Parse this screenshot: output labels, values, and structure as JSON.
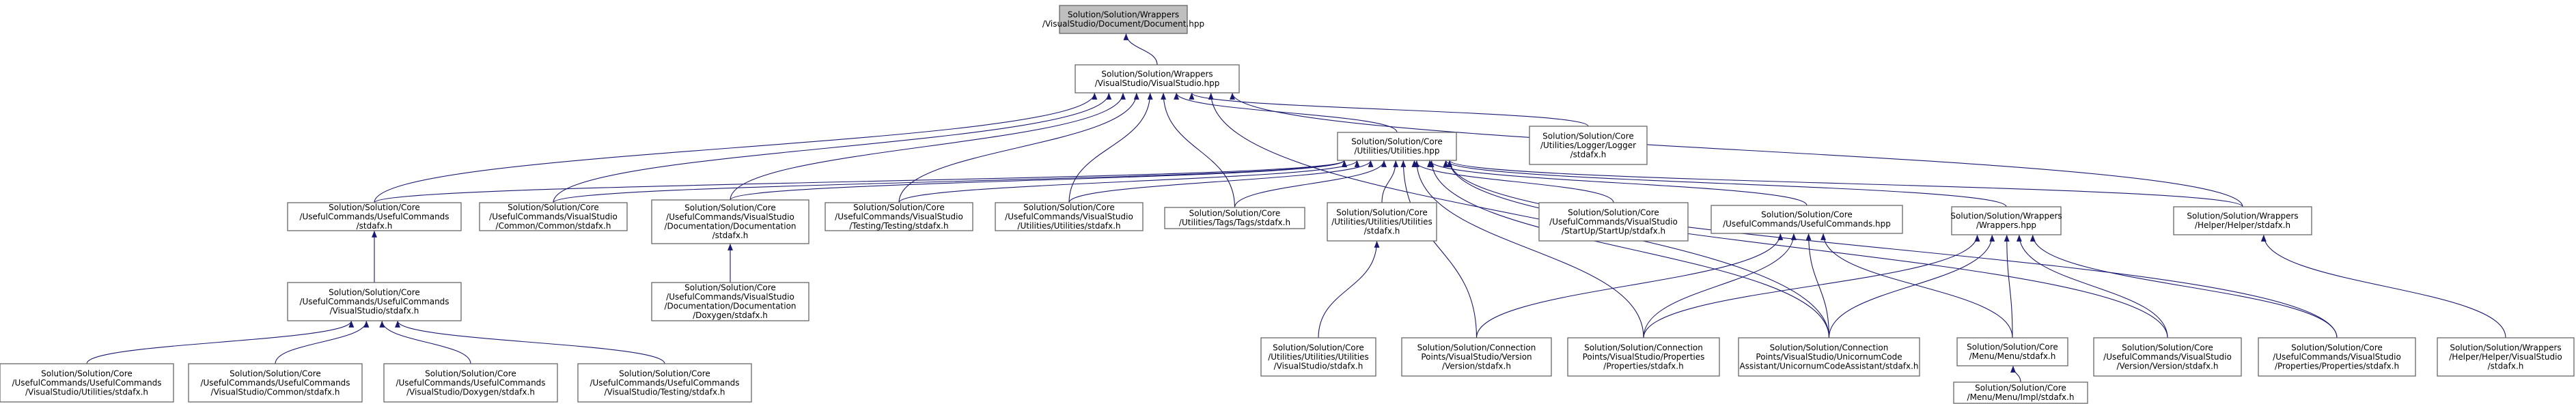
{
  "graph": {
    "nodes": [
      {
        "id": "n0",
        "root": true,
        "lines": [
          "Solution/Solution/Wrappers",
          "/VisualStudio/Document/Document.hpp"
        ]
      },
      {
        "id": "n1",
        "lines": [
          "Solution/Solution/Wrappers",
          "/VisualStudio/VisualStudio.hpp"
        ]
      },
      {
        "id": "n2",
        "lines": [
          "Solution/Solution/Core",
          "/Utilities/Utilities.hpp"
        ]
      },
      {
        "id": "n3",
        "lines": [
          "Solution/Solution/Core",
          "/Utilities/Logger/Logger",
          "/stdafx.h"
        ]
      },
      {
        "id": "n4",
        "lines": [
          "Solution/Solution/Core",
          "/UsefulCommands/UsefulCommands",
          "/stdafx.h"
        ]
      },
      {
        "id": "n5",
        "lines": [
          "Solution/Solution/Core",
          "/UsefulCommands/VisualStudio",
          "/Common/Common/stdafx.h"
        ]
      },
      {
        "id": "n6",
        "lines": [
          "Solution/Solution/Core",
          "/UsefulCommands/VisualStudio",
          "/Documentation/Documentation",
          "/stdafx.h"
        ]
      },
      {
        "id": "n7",
        "lines": [
          "Solution/Solution/Core",
          "/UsefulCommands/VisualStudio",
          "/Testing/Testing/stdafx.h"
        ]
      },
      {
        "id": "n8",
        "lines": [
          "Solution/Solution/Core",
          "/UsefulCommands/VisualStudio",
          "/Utilities/Utilities/stdafx.h"
        ]
      },
      {
        "id": "n9",
        "lines": [
          "Solution/Solution/Core",
          "/Utilities/Tags/Tags/stdafx.h"
        ]
      },
      {
        "id": "n10",
        "lines": [
          "Solution/Solution/Core",
          "/Utilities/Utilities/Utilities",
          "/stdafx.h"
        ]
      },
      {
        "id": "n11",
        "lines": [
          "Solution/Solution/Core",
          "/UsefulCommands/VisualStudio",
          "/StartUp/StartUp/stdafx.h"
        ]
      },
      {
        "id": "n12",
        "lines": [
          "Solution/Solution/Core",
          "/UsefulCommands/UsefulCommands.hpp"
        ]
      },
      {
        "id": "n13",
        "lines": [
          "Solution/Solution/Wrappers",
          "/Wrappers.hpp"
        ]
      },
      {
        "id": "n14",
        "lines": [
          "Solution/Solution/Wrappers",
          "/Helper/Helper/stdafx.h"
        ]
      },
      {
        "id": "n15",
        "lines": [
          "Solution/Solution/Core",
          "/UsefulCommands/UsefulCommands",
          "/VisualStudio/stdafx.h"
        ]
      },
      {
        "id": "n16",
        "lines": [
          "Solution/Solution/Core",
          "/UsefulCommands/VisualStudio",
          "/Documentation/Documentation",
          "/Doxygen/stdafx.h"
        ]
      },
      {
        "id": "n17",
        "lines": [
          "Solution/Solution/Core",
          "/Utilities/Utilities/Utilities",
          "/VisualStudio/stdafx.h"
        ]
      },
      {
        "id": "n18",
        "lines": [
          "Solution/Solution/Connection",
          "Points/VisualStudio/Version",
          "/Version/stdafx.h"
        ]
      },
      {
        "id": "n19",
        "lines": [
          "Solution/Solution/Connection",
          "Points/VisualStudio/Properties",
          "/Properties/stdafx.h"
        ]
      },
      {
        "id": "n20",
        "lines": [
          "Solution/Solution/Connection",
          "Points/VisualStudio/UnicornumCode",
          "Assistant/UnicornumCodeAssistant/stdafx.h"
        ]
      },
      {
        "id": "n21",
        "lines": [
          "Solution/Solution/Core",
          "/Menu/Menu/stdafx.h"
        ]
      },
      {
        "id": "n22",
        "lines": [
          "Solution/Solution/Core",
          "/UsefulCommands/VisualStudio",
          "/Version/Version/stdafx.h"
        ]
      },
      {
        "id": "n23",
        "lines": [
          "Solution/Solution/Core",
          "/UsefulCommands/VisualStudio",
          "/Properties/Properties/stdafx.h"
        ]
      },
      {
        "id": "n24",
        "lines": [
          "Solution/Solution/Wrappers",
          "/Helper/Helper/VisualStudio",
          "/stdafx.h"
        ]
      },
      {
        "id": "n25",
        "lines": [
          "Solution/Solution/Core",
          "/UsefulCommands/UsefulCommands",
          "/VisualStudio/Utilities/stdafx.h"
        ]
      },
      {
        "id": "n26",
        "lines": [
          "Solution/Solution/Core",
          "/UsefulCommands/UsefulCommands",
          "/VisualStudio/Common/stdafx.h"
        ]
      },
      {
        "id": "n27",
        "lines": [
          "Solution/Solution/Core",
          "/UsefulCommands/UsefulCommands",
          "/VisualStudio/Doxygen/stdafx.h"
        ]
      },
      {
        "id": "n28",
        "lines": [
          "Solution/Solution/Core",
          "/UsefulCommands/UsefulCommands",
          "/VisualStudio/Testing/stdafx.h"
        ]
      },
      {
        "id": "n29",
        "lines": [
          "Solution/Solution/Core",
          "/Menu/Menu/Impl/stdafx.h"
        ]
      }
    ],
    "edges": [
      [
        "n1",
        "n0"
      ],
      [
        "n2",
        "n1"
      ],
      [
        "n3",
        "n1"
      ],
      [
        "n4",
        "n1"
      ],
      [
        "n5",
        "n1"
      ],
      [
        "n6",
        "n1"
      ],
      [
        "n7",
        "n1"
      ],
      [
        "n8",
        "n1"
      ],
      [
        "n9",
        "n1"
      ],
      [
        "n14",
        "n1"
      ],
      [
        "n20",
        "n1"
      ],
      [
        "n4",
        "n2"
      ],
      [
        "n5",
        "n2"
      ],
      [
        "n6",
        "n2"
      ],
      [
        "n7",
        "n2"
      ],
      [
        "n8",
        "n2"
      ],
      [
        "n9",
        "n2"
      ],
      [
        "n10",
        "n2"
      ],
      [
        "n11",
        "n2"
      ],
      [
        "n12",
        "n2"
      ],
      [
        "n13",
        "n2"
      ],
      [
        "n14",
        "n2"
      ],
      [
        "n18",
        "n2"
      ],
      [
        "n19",
        "n2"
      ],
      [
        "n20",
        "n2"
      ],
      [
        "n22",
        "n2"
      ],
      [
        "n23",
        "n2"
      ],
      [
        "n15",
        "n4"
      ],
      [
        "n16",
        "n6"
      ],
      [
        "n17",
        "n10"
      ],
      [
        "n18",
        "n12"
      ],
      [
        "n19",
        "n12"
      ],
      [
        "n20",
        "n12"
      ],
      [
        "n21",
        "n12"
      ],
      [
        "n19",
        "n13"
      ],
      [
        "n20",
        "n13"
      ],
      [
        "n21",
        "n13"
      ],
      [
        "n22",
        "n13"
      ],
      [
        "n23",
        "n13"
      ],
      [
        "n24",
        "n14"
      ],
      [
        "n25",
        "n15"
      ],
      [
        "n26",
        "n15"
      ],
      [
        "n27",
        "n15"
      ],
      [
        "n28",
        "n15"
      ],
      [
        "n29",
        "n21"
      ]
    ]
  }
}
